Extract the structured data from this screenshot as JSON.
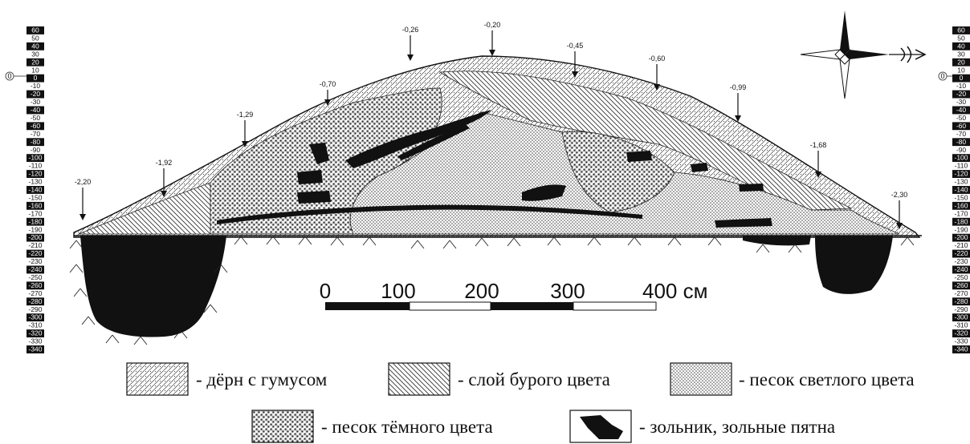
{
  "vertical_scale": {
    "ticks": [
      "60",
      "50",
      "40",
      "30",
      "20",
      "10",
      "0",
      "-10",
      "-20",
      "-30",
      "-40",
      "-50",
      "-60",
      "-70",
      "-80",
      "-90",
      "-100",
      "-110",
      "-120",
      "-130",
      "-140",
      "-150",
      "-160",
      "-170",
      "-180",
      "-190",
      "-200",
      "-210",
      "-220",
      "-230",
      "-240",
      "-250",
      "-260",
      "-270",
      "-280",
      "-290",
      "-300",
      "-310",
      "-320",
      "-330",
      "-340"
    ],
    "zero_label": "0"
  },
  "depth_markers": [
    "-2,20",
    "-1,92",
    "-1,29",
    "-0,70",
    "-0,26",
    "-0,20",
    "-0,45",
    "-0,60",
    "-0,99",
    "-1,68",
    "-2,30"
  ],
  "scale_bar": {
    "labels": [
      "0",
      "100",
      "200",
      "300",
      "400 см"
    ]
  },
  "legend": {
    "items": [
      {
        "label": "- дёрн с гумусом"
      },
      {
        "label": "- слой бурого цвета"
      },
      {
        "label": "- песок светлого цвета"
      },
      {
        "label": "- песок тёмного цвета"
      },
      {
        "label": "- зольник, зольные пятна"
      }
    ]
  }
}
